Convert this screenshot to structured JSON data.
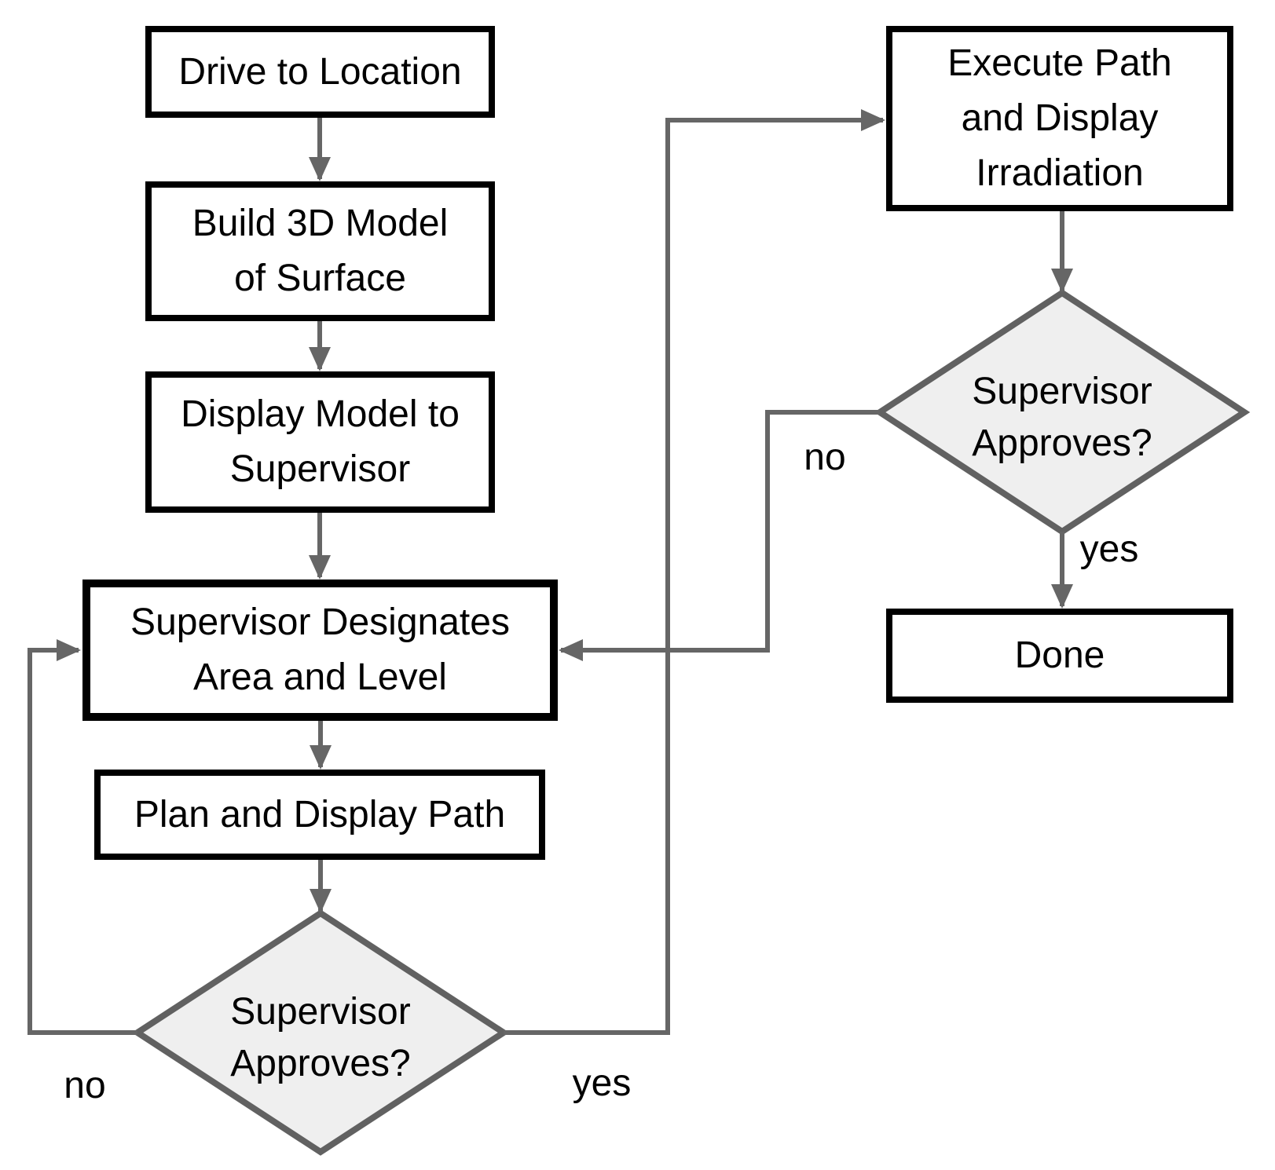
{
  "colors": {
    "background": "#ffffff",
    "process_border": "#000000",
    "connector": "#666666",
    "arrowhead": "#666666",
    "decision_border": "#616161",
    "decision_fill": "#efefef",
    "text": "#000000"
  },
  "nodes": {
    "drive": {
      "label": "Drive to Location",
      "type": "process"
    },
    "build": {
      "label": "Build 3D Model\nof Surface",
      "type": "process"
    },
    "display_model": {
      "label": "Display Model to\nSupervisor",
      "type": "process"
    },
    "designates": {
      "label": "Supervisor Designates\nArea and Level",
      "type": "process"
    },
    "plan": {
      "label": "Plan and Display Path",
      "type": "process"
    },
    "left_decision": {
      "label": "Supervisor\nApproves?",
      "type": "decision"
    },
    "execute": {
      "label": "Execute Path\nand Display\nIrradiation",
      "type": "process"
    },
    "right_decision": {
      "label": "Supervisor\nApproves?",
      "type": "decision"
    },
    "done": {
      "label": "Done",
      "type": "process"
    }
  },
  "edges": {
    "left_no": {
      "label": "no"
    },
    "left_yes": {
      "label": "yes"
    },
    "right_no": {
      "label": "no"
    },
    "right_yes": {
      "label": "yes"
    }
  }
}
